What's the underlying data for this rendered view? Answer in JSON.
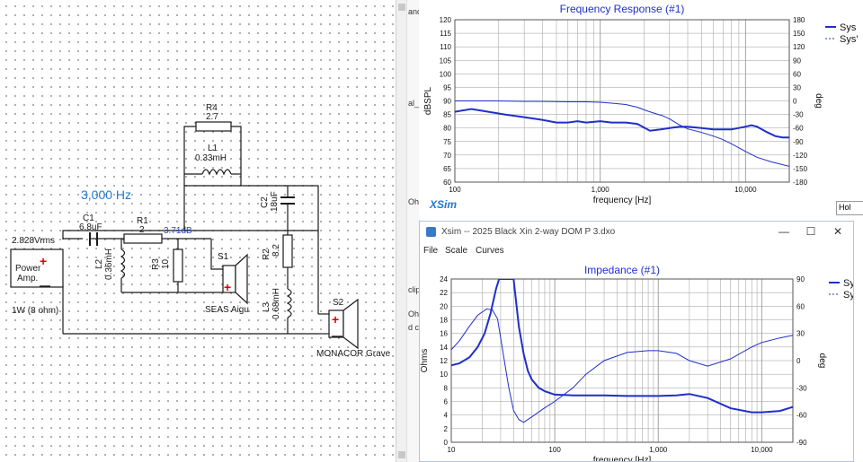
{
  "schematic": {
    "source_label": "2.828Vrms",
    "amp_label_1": "Power",
    "amp_label_2": "Amp.",
    "amp_rating": "1W (8 ohm)",
    "plus": "+",
    "minus": "—",
    "freq_marker": "3,000 Hz",
    "r4_name": "R4",
    "r4_value": "2.7",
    "l1_name": "L1",
    "l1_value": "0.33mH",
    "c1_name": "C1",
    "c1_value": "6.8uF",
    "r1_name": "R1",
    "r1_value": "2",
    "r1_db": "3.71dB",
    "l2_name": "L2",
    "l2_value": "0.36mH",
    "r3_name": "R3",
    "r3_value": "10",
    "s1_name": "S1",
    "s1_model": "SEAS Aigu",
    "c2_name": "C2",
    "c2_value": "18uF",
    "r2_name": "R2",
    "r2_value": "8.2",
    "l3_name": "L3",
    "l3_value": "0.68mH",
    "s2_name": "S2",
    "s2_model": "MONACOR Grave"
  },
  "middle_fragments": [
    "and",
    "al_m",
    "Ohr",
    "clip",
    "Ohr",
    "d c"
  ],
  "response_window": {
    "hold_label": "Hol",
    "xsim_logo": "XSim"
  },
  "impedance_window": {
    "window_title": "Xsim -- 2025 Black Xin 2-way DOM P 3.dxo",
    "menu": [
      "File",
      "Scale",
      "Curves"
    ],
    "controls": {
      "minimize": "—",
      "maximize": "☐",
      "close": "✕"
    }
  },
  "colors": {
    "curve": "#1f2fc9",
    "title": "#1f2fc9",
    "blue_label": "#1f78d1",
    "grid": "#999999"
  },
  "chart_data": [
    {
      "type": "line",
      "title": "Frequency Response (#1)",
      "xlabel": "frequency [Hz]",
      "ylabel": "dBSPL",
      "y2label": "deg",
      "xscale": "log",
      "xlim": [
        100,
        20000
      ],
      "ylim": [
        60,
        120
      ],
      "y2lim": [
        -180,
        180
      ],
      "xticks": [
        100,
        1000,
        10000
      ],
      "xtick_labels": [
        "100",
        "1,000",
        "10,000"
      ],
      "yticks": [
        60,
        65,
        70,
        75,
        80,
        85,
        90,
        95,
        100,
        105,
        110,
        115,
        120
      ],
      "y2ticks": [
        -180,
        -150,
        -120,
        -90,
        -60,
        -30,
        0,
        30,
        60,
        90,
        120,
        150,
        180
      ],
      "legend": [
        "Sys",
        "Sys'"
      ],
      "legend_position": "right",
      "grid": true,
      "series": [
        {
          "name": "Sys",
          "axis": "left",
          "style": "thick",
          "x": [
            100,
            130,
            170,
            220,
            300,
            400,
            500,
            600,
            700,
            800,
            1000,
            1200,
            1500,
            1800,
            2200,
            2600,
            3000,
            3500,
            4000,
            5000,
            6000,
            7000,
            8000,
            9000,
            10000,
            11000,
            12000,
            14000,
            16000,
            18000,
            20000
          ],
          "y": [
            86,
            87,
            86,
            85,
            84,
            83,
            82,
            82,
            82.5,
            82,
            82.5,
            82,
            82,
            81.5,
            79,
            79.5,
            80,
            80.5,
            80.5,
            80,
            79.5,
            79.5,
            79.5,
            80,
            80.5,
            81,
            80.5,
            78.5,
            77,
            76.5,
            76.5
          ]
        },
        {
          "name": "Sys'",
          "axis": "right",
          "style": "thin",
          "x": [
            100,
            150,
            200,
            300,
            400,
            600,
            800,
            1000,
            1200,
            1500,
            1800,
            2100,
            2400,
            2700,
            3000,
            3500,
            4000,
            5000,
            6000,
            7000,
            8000,
            10000,
            12000,
            15000,
            20000
          ],
          "y": [
            0,
            0,
            0,
            -1,
            -1,
            -2,
            -2,
            -3,
            -5,
            -8,
            -14,
            -22,
            -28,
            -33,
            -40,
            -53,
            -62,
            -70,
            -78,
            -86,
            -95,
            -112,
            -125,
            -135,
            -145
          ]
        }
      ]
    },
    {
      "type": "line",
      "title": "Impedance (#1)",
      "xlabel": "frequency [Hz]",
      "ylabel": "Ohms",
      "y2label": "deg",
      "xscale": "log",
      "xlim": [
        10,
        20000
      ],
      "ylim": [
        0,
        24
      ],
      "y2lim": [
        -90,
        90
      ],
      "xticks": [
        10,
        100,
        1000,
        10000
      ],
      "xtick_labels": [
        "10",
        "100",
        "1,000",
        "10,000"
      ],
      "yticks": [
        0,
        2,
        4,
        6,
        8,
        10,
        12,
        14,
        16,
        18,
        20,
        22,
        24
      ],
      "y2ticks": [
        -90,
        -60,
        -30,
        0,
        30,
        60,
        90
      ],
      "legend": [
        "Sys",
        "Sys'"
      ],
      "legend_position": "right",
      "grid": true,
      "series": [
        {
          "name": "Sys",
          "axis": "left",
          "style": "thick",
          "x": [
            10,
            12,
            15,
            18,
            21,
            24,
            27,
            29,
            31,
            40,
            45,
            50,
            55,
            60,
            70,
            80,
            100,
            150,
            200,
            300,
            500,
            800,
            1000,
            1500,
            2000,
            3000,
            5000,
            8000,
            10000,
            15000,
            20000
          ],
          "y": [
            11.3,
            11.6,
            12.5,
            14,
            16,
            19,
            22.5,
            24,
            24,
            24,
            17,
            13,
            10.5,
            9.2,
            8,
            7.5,
            7,
            6.9,
            6.9,
            6.9,
            6.8,
            6.8,
            6.8,
            6.9,
            7.1,
            6.5,
            5,
            4.4,
            4.4,
            4.6,
            5.2
          ]
        },
        {
          "name": "Sys'",
          "axis": "right",
          "style": "thin",
          "dashed_segment": [
            30,
            50
          ],
          "x": [
            10,
            12,
            15,
            18,
            22,
            25,
            28,
            32,
            36,
            40,
            45,
            50,
            60,
            80,
            100,
            150,
            200,
            300,
            500,
            800,
            1000,
            1500,
            2000,
            3000,
            5000,
            8000,
            10000,
            15000,
            20000
          ],
          "y": [
            12,
            22,
            38,
            50,
            57,
            56,
            46,
            5,
            -30,
            -55,
            -65,
            -68,
            -62,
            -52,
            -45,
            -30,
            -15,
            0,
            9,
            11,
            11,
            8,
            0,
            -6,
            2,
            15,
            20,
            25,
            28
          ]
        }
      ]
    }
  ]
}
